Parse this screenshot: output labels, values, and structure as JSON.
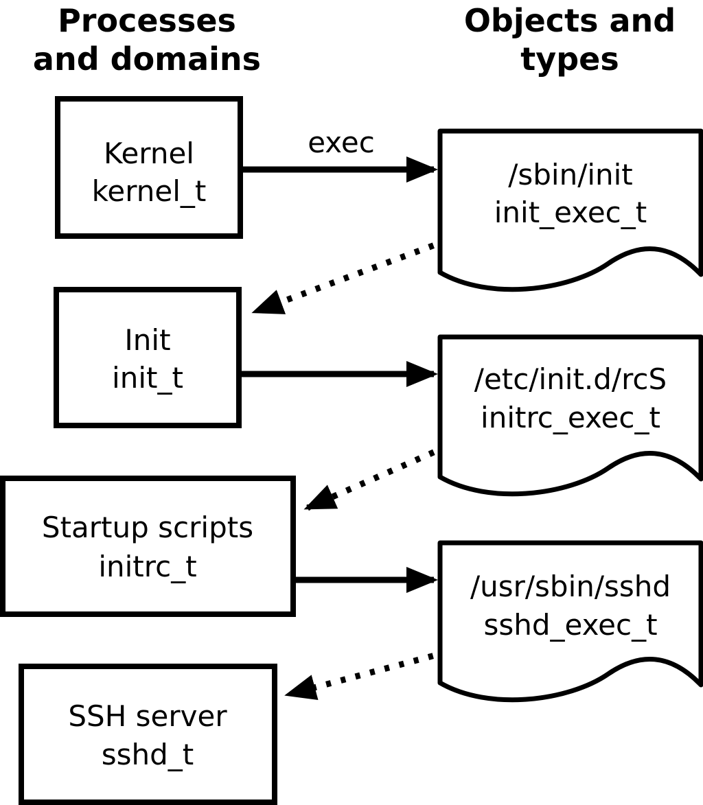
{
  "columns": {
    "left_header_line1": "Processes",
    "left_header_line2": "and domains",
    "right_header_line1": "Objects and",
    "right_header_line2": "types"
  },
  "processes": [
    {
      "name": "Kernel",
      "type": "kernel_t"
    },
    {
      "name": "Init",
      "type": "init_t"
    },
    {
      "name": "Startup scripts",
      "type": "initrc_t"
    },
    {
      "name": "SSH server",
      "type": "sshd_t"
    }
  ],
  "objects": [
    {
      "path": "/sbin/init",
      "type": "init_exec_t"
    },
    {
      "path": "/etc/init.d/rcS",
      "type": "initrc_exec_t"
    },
    {
      "path": "/usr/sbin/sshd",
      "type": "sshd_exec_t"
    }
  ],
  "labels": {
    "exec": "exec"
  },
  "colors": {
    "stroke": "#000000",
    "fill": "#ffffff"
  }
}
